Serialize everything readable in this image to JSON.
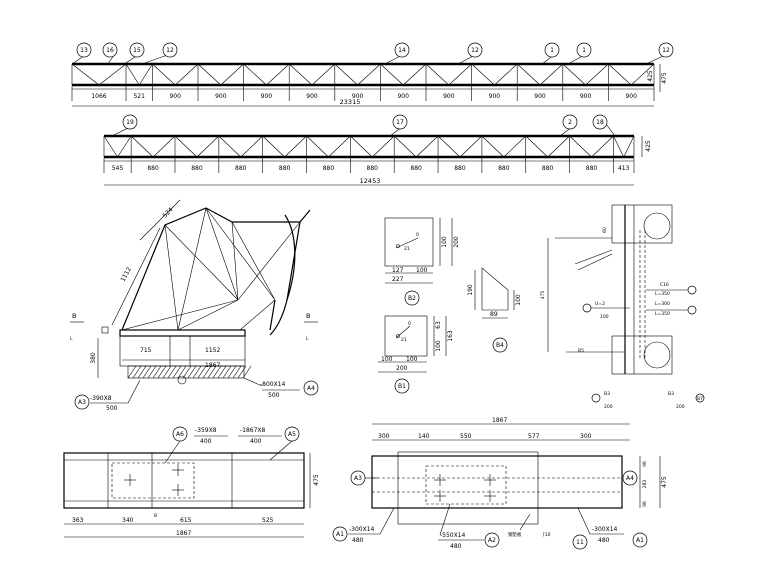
{
  "truss1": {
    "tags": [
      "13",
      "16",
      "15",
      "12",
      "14",
      "12",
      "1",
      "1",
      "12"
    ],
    "segments": [
      "1066",
      "521",
      "900",
      "900",
      "900",
      "900",
      "900",
      "900",
      "900",
      "900",
      "900",
      "900",
      "900"
    ],
    "total": "23315",
    "height_inner": "425",
    "height_outer": "475"
  },
  "truss2": {
    "tags": [
      "19",
      "17",
      "2",
      "18"
    ],
    "segments": [
      "545",
      "880",
      "880",
      "880",
      "880",
      "880",
      "880",
      "880",
      "880",
      "880",
      "880",
      "880",
      "413"
    ],
    "total": "12453",
    "height": "425"
  },
  "elevation": {
    "diag_dims": [
      "524",
      "1112"
    ],
    "dims": [
      "715",
      "1152",
      "1867",
      "500",
      "500"
    ],
    "left_height": "380",
    "section_labels": [
      "B",
      "B"
    ],
    "plates": [
      "-800X14",
      "-390X8"
    ],
    "tags": [
      "A4",
      "A3"
    ]
  },
  "detail_b2": {
    "label": "B2",
    "dims": [
      "100",
      "200",
      "127",
      "100",
      "227"
    ],
    "angle": "21"
  },
  "detail_b1": {
    "label": "B1",
    "dims": [
      "63",
      "163",
      "100",
      "100",
      "200",
      "100"
    ],
    "angle": "21"
  },
  "detail_b4": {
    "label": "B4",
    "dims": [
      "190",
      "100",
      "89"
    ]
  },
  "plan_left": {
    "tags": [
      "A6",
      "A5"
    ],
    "plates": [
      "-359X8",
      "-1867X8"
    ],
    "plate_widths": [
      "400",
      "400"
    ],
    "dims": [
      "363",
      "340",
      "615",
      "525"
    ],
    "total": "1867",
    "height": "475",
    "marker": "B"
  },
  "plan_right": {
    "total": "1867",
    "dims": [
      "300",
      "140",
      "550",
      "577",
      "300"
    ],
    "tags": [
      "A3",
      "A4",
      "A1",
      "A2",
      "11",
      "A1"
    ],
    "plates": [
      "-300X14",
      "-550X14",
      "-300X14"
    ],
    "widths": [
      "480",
      "480",
      "480"
    ],
    "right_dims": [
      "96",
      "283",
      "96",
      "475"
    ],
    "notes": [
      "钢垫板",
      "[10"
    ]
  },
  "section_right": {
    "notes": [
      "C16",
      "L=350",
      "L=300",
      "L=350",
      "U=2",
      "60",
      "475",
      "B5",
      "B3",
      "B3",
      "B7",
      "200",
      "200",
      "100"
    ]
  }
}
